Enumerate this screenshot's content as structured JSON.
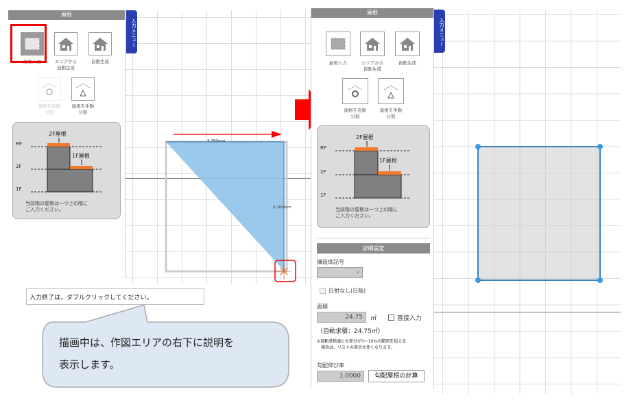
{
  "left_screen": {
    "panel_title": "屋根",
    "menu_tab": "入力メニュー",
    "tools": [
      {
        "label": "屋根入力",
        "icon": "roof-input-icon",
        "selected": true,
        "enabled": true
      },
      {
        "label": "エリアから\n自動生成",
        "icon": "house-area-icon",
        "enabled": true
      },
      {
        "label": "自動生成",
        "icon": "house-auto-icon",
        "enabled": true
      },
      {
        "label": "屋根を自動\n分割",
        "icon": "roof-auto-split-icon",
        "enabled": false
      },
      {
        "label": "屋根を手動\n分割",
        "icon": "roof-manual-split-icon",
        "enabled": true
      }
    ],
    "diagram": {
      "roof2f": "2F屋根",
      "roof1f": "1F屋根",
      "rf": "RF",
      "f2": "2F",
      "f1": "1F",
      "note": "当該階の屋根は一つ上の階に\nご入力ください。"
    },
    "drawing": {
      "width_label": "4,760mm",
      "height_label": "5,200mm"
    },
    "tooltip": "入力終了は，ダブルクリックしてください。"
  },
  "callout": "描画中は、作図エリアの右下に説明を\n表示します。",
  "right_screen": {
    "panel_title": "屋根",
    "menu_tab": "入力メニュー",
    "tools": [
      {
        "label": "屋根入力",
        "icon": "roof-input-icon"
      },
      {
        "label": "エリアから\n自動生成",
        "icon": "house-area-icon"
      },
      {
        "label": "自動生成",
        "icon": "house-auto-icon"
      },
      {
        "label": "屋根を自動\n分割",
        "icon": "roof-auto-split-icon"
      },
      {
        "label": "屋根を手動\n分割",
        "icon": "roof-manual-split-icon"
      }
    ],
    "diagram": {
      "roof2f": "2F屋根",
      "roof1f": "1F屋根",
      "rf": "RF",
      "f2": "2F",
      "f1": "1F",
      "note": "当該階の屋根は一つ上の階に\nご入力ください。"
    },
    "details": {
      "title": "詳細設定",
      "structure_label": "構造体記号",
      "structure_value": "",
      "no_sun_label": "日射なし(日陰)",
      "no_sun_checked": false,
      "area_label": "面積",
      "area_value": "24.75",
      "area_unit": "㎡",
      "direct_input_label": "直接入力",
      "direct_input_checked": false,
      "auto_area": "（自動求積：24.75㎡）",
      "note": "※自動求積値との差分が0～10%の範囲を超える\n　場合は、リストの表示が赤くなります。",
      "slope_label": "勾配伸び率",
      "slope_value": "1.0000",
      "slope_button": "勾配屋根の計算"
    }
  },
  "colors": {
    "accent": "#2a3eb1",
    "highlight": "#ff0000",
    "roof_fill": "#8fc3ea",
    "callout_bg": "#dde8f4",
    "orange": "#f07a2a"
  }
}
